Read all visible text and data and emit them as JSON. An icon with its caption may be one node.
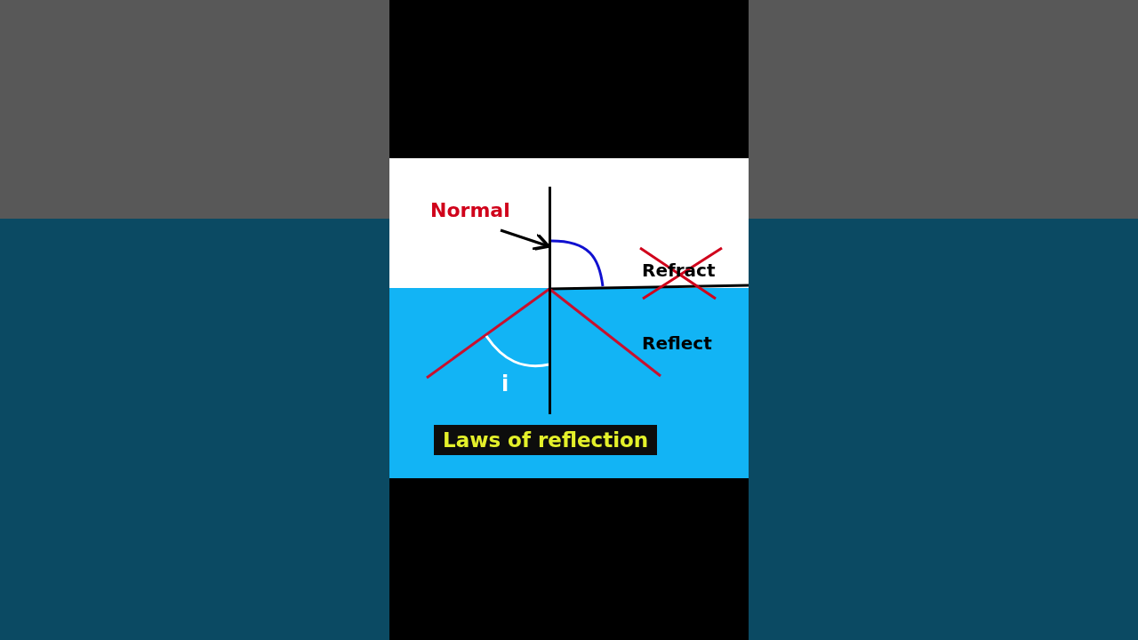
{
  "diagram": {
    "caption": "Laws of reflection",
    "nodes": [
      {
        "text": [
          "Normal"
        ]
      },
      {
        "text": [],
        "shape": "line"
      }
    ],
    "edges": [
      {
        "from": 0,
        "to": 1,
        "arrow": "to"
      }
    ],
    "labels": [
      "Refract",
      "Reflect",
      "i"
    ]
  }
}
